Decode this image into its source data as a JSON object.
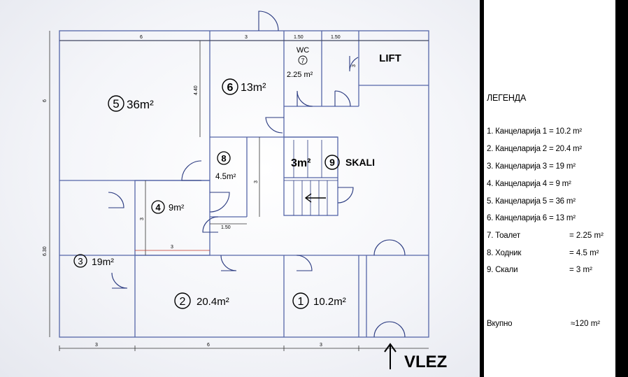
{
  "plan": {
    "rooms": [
      {
        "id": "r5",
        "num": "5",
        "area": "36m²"
      },
      {
        "id": "r6",
        "num": "6",
        "area": "13m²"
      },
      {
        "id": "r7",
        "num": "7",
        "label": "WC",
        "area": "2.25 m²"
      },
      {
        "id": "r8",
        "num": "8",
        "area": "4.5m²"
      },
      {
        "id": "r9",
        "num": "9",
        "label": "SKALI",
        "area": "3m²"
      },
      {
        "id": "r4",
        "num": "4",
        "area": "9m²"
      },
      {
        "id": "r3",
        "num": "3",
        "area": "19m²"
      },
      {
        "id": "r2",
        "num": "2",
        "area": "20.4m²"
      },
      {
        "id": "r1",
        "num": "1",
        "area": "10.2m²"
      }
    ],
    "lift_label": "LIFT",
    "entrance_label": "VLEZ",
    "dimensions": {
      "top": [
        "6",
        "3",
        "1.50",
        "1.50"
      ],
      "bottom": [
        "3",
        "6",
        "3"
      ],
      "left": [
        "6",
        "6.30"
      ],
      "inner": [
        "4.40",
        "3",
        "3",
        "3",
        "1.50",
        "3"
      ]
    }
  },
  "legend": {
    "title": "ЛЕГЕНДА",
    "items": [
      {
        "label": "1. Канцеларија 1 = 10.2 m²"
      },
      {
        "label": "2. Канцеларија 2 = 20.4 m²"
      },
      {
        "label": "3. Канцеларија 3 = 19 m²"
      },
      {
        "label": "4. Канцеларија 4 = 9 m²"
      },
      {
        "label": "5. Канцеларија 5 = 36 m²"
      },
      {
        "label": "6. Канцеларија 6 = 13 m²"
      },
      {
        "label": "7. Тоалет",
        "value": "= 2.25 m²"
      },
      {
        "label": "8. Ходник",
        "value": "= 4.5 m²"
      },
      {
        "label": "9. Скали",
        "value": "= 3 m²"
      }
    ],
    "total_label": "Вкупно",
    "total_value": "≈120 m²"
  }
}
